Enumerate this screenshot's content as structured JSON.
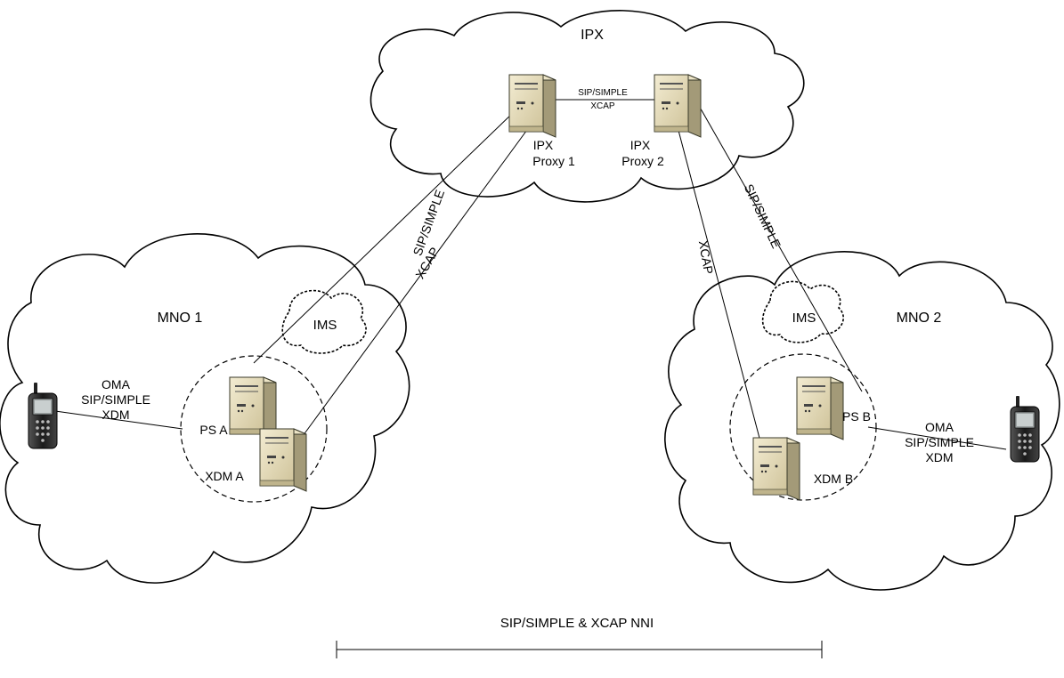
{
  "ipx_cloud": {
    "label": "IPX"
  },
  "proxy1": {
    "label_line1": "IPX",
    "label_line2": "Proxy 1"
  },
  "proxy2": {
    "label_line1": "IPX",
    "label_line2": "Proxy 2"
  },
  "proxy_link": {
    "line1": "SIP/SIMPLE",
    "line2": "XCAP"
  },
  "links": {
    "left_sip": "SIP/SIMPLE",
    "left_xcap": "XCAP",
    "right_xcap": "XCAP",
    "right_sip": "SIP/SIMPLE"
  },
  "mno1": {
    "label": "MNO 1",
    "ims": "IMS",
    "ps": "PS A",
    "xdm": "XDM A",
    "phone_line1": "OMA",
    "phone_line2": "SIP/SIMPLE",
    "phone_line3": "XDM"
  },
  "mno2": {
    "label": "MNO 2",
    "ims": "IMS",
    "ps": "PS B",
    "xdm": "XDM B",
    "phone_line1": "OMA",
    "phone_line2": "SIP/SIMPLE",
    "phone_line3": "XDM"
  },
  "nni_label": "SIP/SIMPLE & XCAP NNI",
  "icons": [
    "server-icon",
    "mobile-phone-icon",
    "cloud-icon"
  ]
}
